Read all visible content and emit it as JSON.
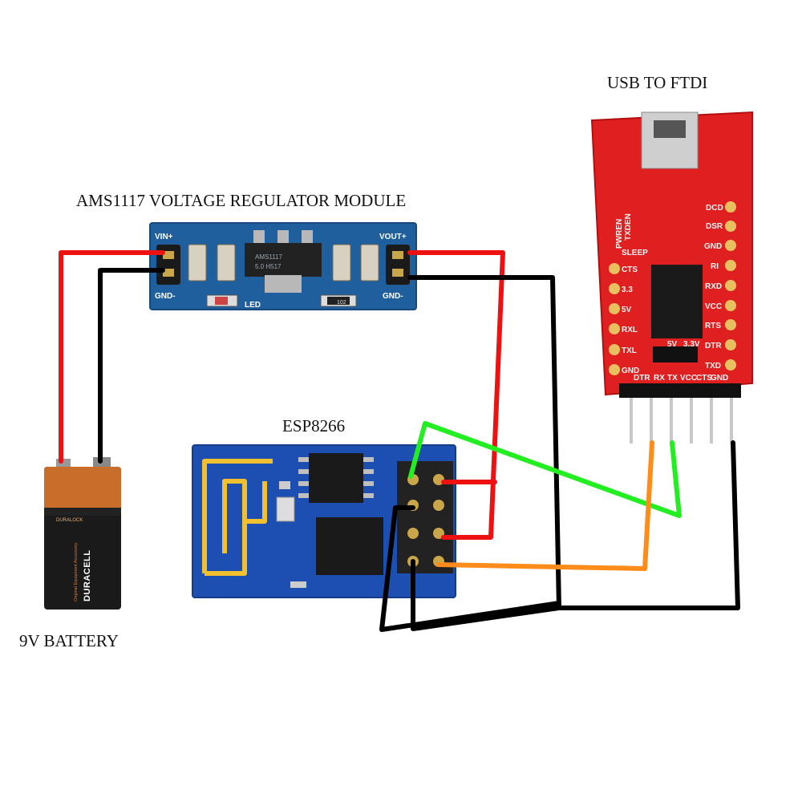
{
  "labels": {
    "ftdi_title": "USB TO FTDI",
    "regulator_title": "AMS1117 VOLTAGE REGULATOR MODULE",
    "esp_title": "ESP8266",
    "battery_title": "9V BATTERY"
  },
  "regulator": {
    "vin_plus": "VIN+",
    "gnd_left": "GND-",
    "vout_plus": "VOUT+",
    "gnd_right": "GND-",
    "led": "LED",
    "ic_label_1": "AMS1117",
    "ic_label_2": "5.0 H517",
    "res_label": "102"
  },
  "battery": {
    "brand": "DURACELL",
    "top_brand": "DURALOCK",
    "sub": "Original Equipment Accessory"
  },
  "ftdi": {
    "left_pins": [
      "CTS",
      "3.3",
      "5V",
      "RXL",
      "TXL",
      "GND"
    ],
    "right_pins": [
      "DCD",
      "DSR",
      "GND",
      "RI",
      "RXD",
      "VCC",
      "RTS",
      "DTR",
      "TXD"
    ],
    "side_labels": [
      "PWREN",
      "TXDEN",
      "SLEEP"
    ],
    "header_pins": [
      "DTR",
      "RX",
      "TX",
      "VCC",
      "CTS",
      "GND"
    ],
    "jumper_labels": [
      "5V",
      "3.3V"
    ]
  },
  "wire_colors": {
    "red": "#ee1111",
    "black": "#000000",
    "green": "#22ee22",
    "orange": "#ff8c1a"
  },
  "board_colors": {
    "regulator": "#1f5f9e",
    "esp": "#1d4fb3",
    "ftdi": "#e02020"
  }
}
